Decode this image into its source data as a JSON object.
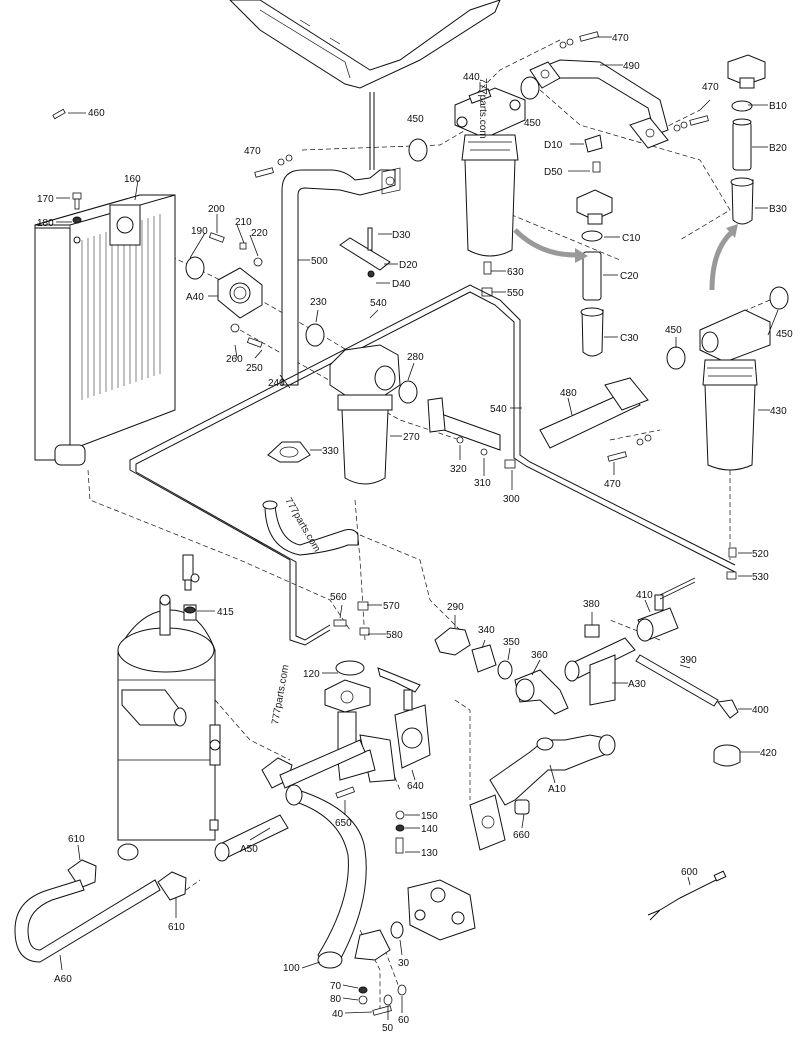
{
  "labels": {
    "l460": "460",
    "l470a": "470",
    "l490": "490",
    "l470b": "470",
    "l440": "440",
    "lB10": "B10",
    "l450a": "450",
    "l450b": "450",
    "l470c": "470",
    "lD10": "D10",
    "lB20": "B20",
    "lD50": "D50",
    "l170": "170",
    "l160": "160",
    "l180": "180",
    "l200": "200",
    "l210": "210",
    "l190": "190",
    "l220": "220",
    "lD30": "D30",
    "lB30": "B30",
    "lC10": "C10",
    "l500": "500",
    "lD20": "D20",
    "lD40": "D40",
    "l630": "630",
    "lC20": "C20",
    "lA40": "A40",
    "l550": "550",
    "l230": "230",
    "l540a": "540",
    "l450c": "450",
    "l450d": "450",
    "lC30": "C30",
    "l260": "260",
    "l250": "250",
    "l280": "280",
    "l240": "240",
    "l540b": "540",
    "l480": "480",
    "l430": "430",
    "l270": "270",
    "l330": "330",
    "l320": "320",
    "l310": "310",
    "l300": "300",
    "l470d": "470",
    "l520": "520",
    "l530": "530",
    "l415": "415",
    "l560": "560",
    "l570": "570",
    "l580": "580",
    "l290": "290",
    "l380": "380",
    "l410": "410",
    "l340": "340",
    "l350": "350",
    "l360": "360",
    "l390": "390",
    "l120": "120",
    "lA30": "A30",
    "l400": "400",
    "l420": "420",
    "l640": "640",
    "lA10": "A10",
    "l650": "650",
    "l150": "150",
    "l140": "140",
    "l660": "660",
    "l610a": "610",
    "lA50": "A50",
    "l130": "130",
    "l600": "600",
    "l610b": "610",
    "l30": "30",
    "l100": "100",
    "lA60": "A60",
    "l70": "70",
    "l80": "80",
    "l40": "40",
    "l50": "50",
    "l60": "60"
  },
  "watermarks": {
    "w1": "777parts.com",
    "w2": "777parts.com",
    "w3": "777parts.com"
  }
}
